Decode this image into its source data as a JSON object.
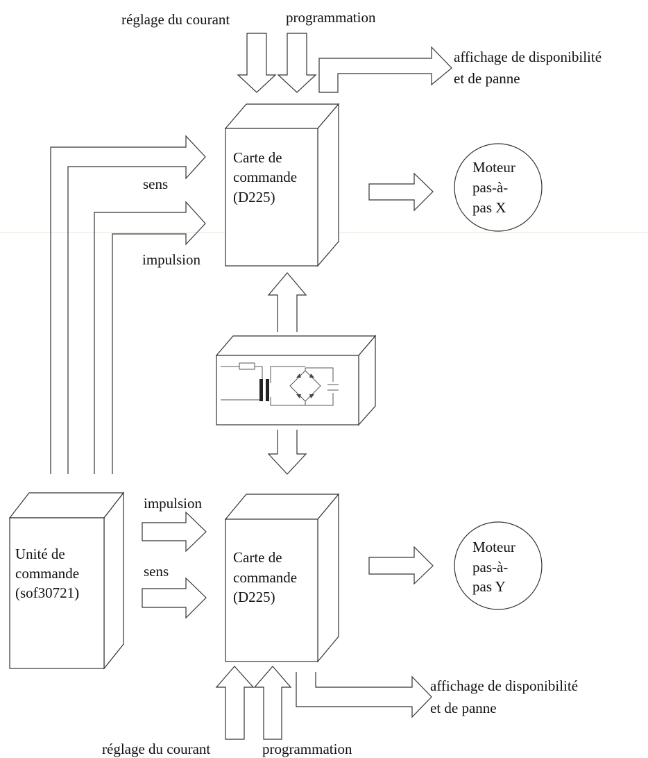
{
  "top_inputs": {
    "current": "réglage du courant",
    "programming": "programmation"
  },
  "top_output": {
    "line1": "affichage de disponibilité",
    "line2": "et de panne"
  },
  "card_x": {
    "line1": "Carte de",
    "line2": "commande",
    "line3": "(D225)"
  },
  "motor_x": {
    "line1": "Moteur",
    "line2": "pas-à-",
    "line3": "pas X"
  },
  "signals_x": {
    "direction": "sens",
    "pulse": "impulsion"
  },
  "signals_y": {
    "pulse": "impulsion",
    "direction": "sens"
  },
  "control_unit": {
    "line1": "Unité de",
    "line2": "commande",
    "line3": "(sof30721)"
  },
  "card_y": {
    "line1": "Carte de",
    "line2": "commande",
    "line3": "(D225)"
  },
  "motor_y": {
    "line1": "Moteur",
    "line2": "pas-à-",
    "line3": "pas Y"
  },
  "bottom_output": {
    "line1": "affichage de disponibilité",
    "line2": "et de panne"
  },
  "bottom_inputs": {
    "current": "réglage du courant",
    "programming": "programmation"
  }
}
